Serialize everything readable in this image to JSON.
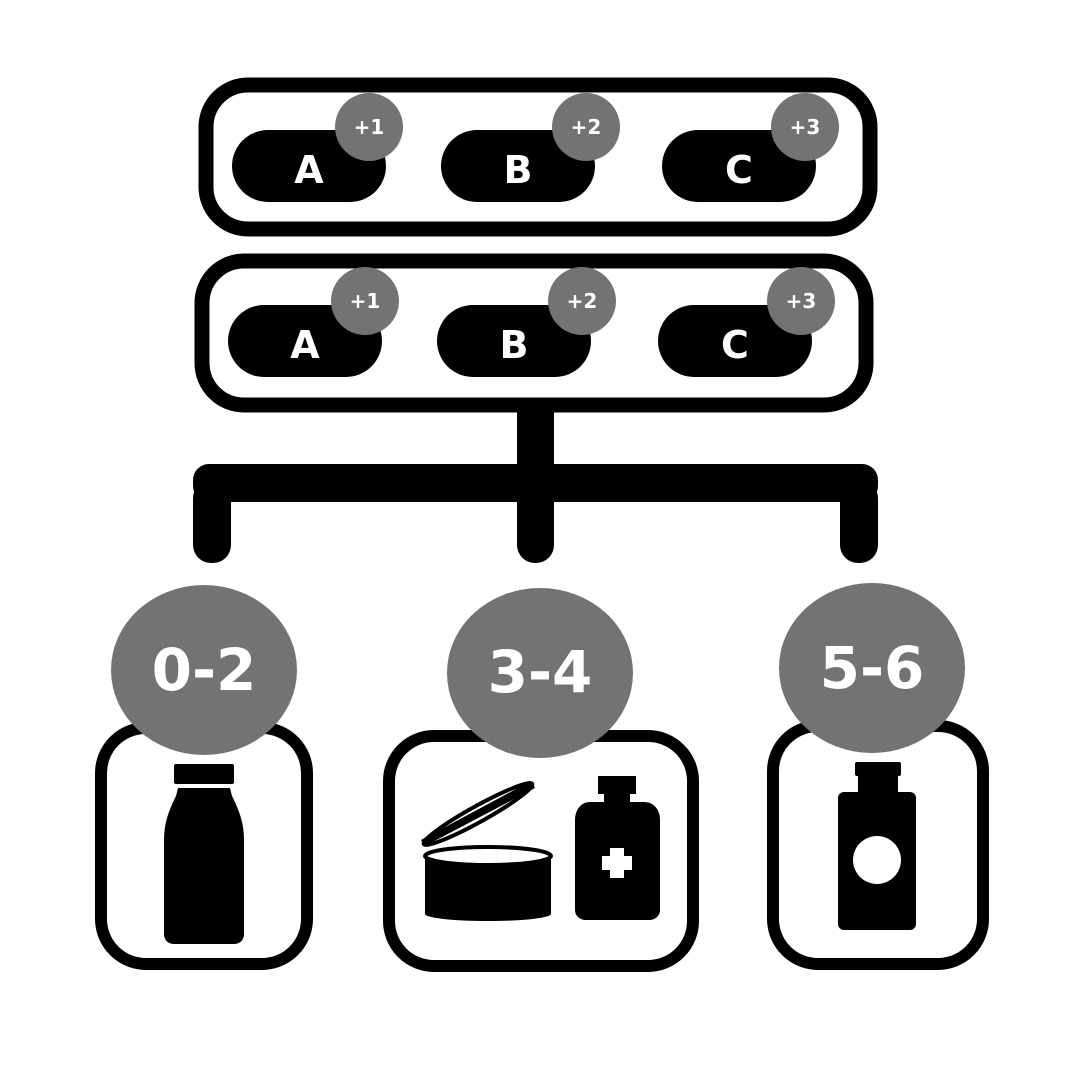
{
  "colors": {
    "stroke": "#000000",
    "badge": "#737373",
    "label": "#ffffff",
    "background": "#ffffff"
  },
  "roll_rows": [
    {
      "dice": [
        {
          "label": "A",
          "modifier": "+1"
        },
        {
          "label": "B",
          "modifier": "+2"
        },
        {
          "label": "C",
          "modifier": "+3"
        }
      ]
    },
    {
      "dice": [
        {
          "label": "A",
          "modifier": "+1"
        },
        {
          "label": "B",
          "modifier": "+2"
        },
        {
          "label": "C",
          "modifier": "+3"
        }
      ]
    }
  ],
  "outcomes": [
    {
      "range": "0-2",
      "icon": "milk-bottle-icon"
    },
    {
      "range": "3-4",
      "icon": "open-tin-and-medicine-bottle-icon"
    },
    {
      "range": "5-6",
      "icon": "pill-bottle-icon"
    }
  ]
}
